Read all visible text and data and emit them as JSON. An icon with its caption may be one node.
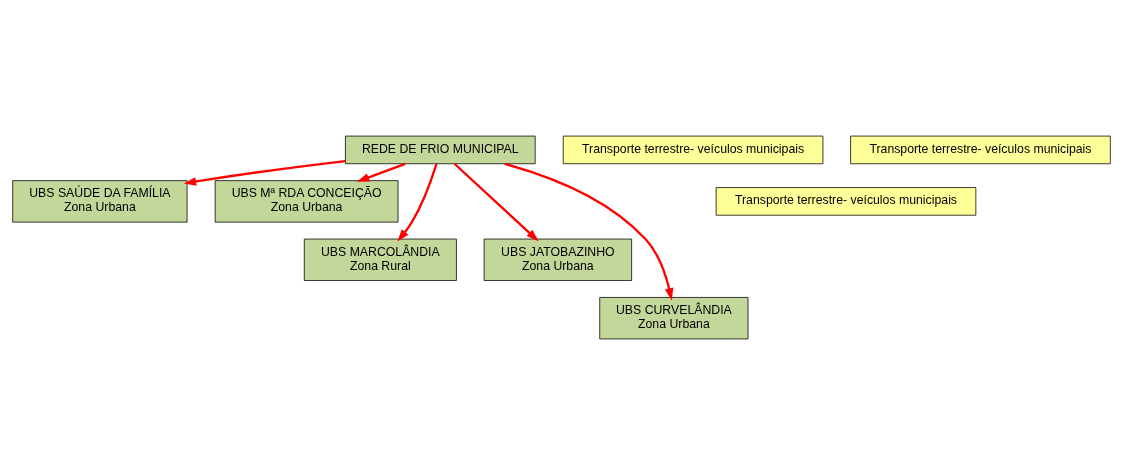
{
  "diagram": {
    "nodes": [
      {
        "text": [
          "REDE DE FRIO MUNICIPAL"
        ]
      },
      {
        "text": [
          "Transporte terrestre- veículos municipais"
        ]
      },
      {
        "text": [
          "Transporte terrestre- veículos municipais"
        ]
      },
      {
        "text": [
          "UBS SAÚDE DA FAMÍLIA",
          "Zona Urbana"
        ]
      },
      {
        "text": [
          "Transporte terrestre- veículos municipais"
        ]
      },
      {
        "text": [
          "UBS Mª RDA CONCEIÇÃO",
          "Zona Urbana"
        ]
      },
      {
        "text": [
          "UBS MARCOLÂNDIA",
          "Zona Rural"
        ]
      },
      {
        "text": [
          "UBS JATOBAZINHO",
          "Zona Urbana"
        ]
      },
      {
        "text": [
          "UBS CURVELÂNDIA",
          "Zona Urbana"
        ]
      }
    ],
    "edges": [
      {
        "from": 0,
        "to": 3,
        "arrow": "to"
      },
      {
        "from": 0,
        "to": 5,
        "arrow": "to"
      },
      {
        "from": 0,
        "to": 6,
        "arrow": "to"
      },
      {
        "from": 0,
        "to": 8,
        "arrow": "to"
      },
      {
        "from": 0,
        "to": 7,
        "arrow": "to"
      }
    ]
  }
}
